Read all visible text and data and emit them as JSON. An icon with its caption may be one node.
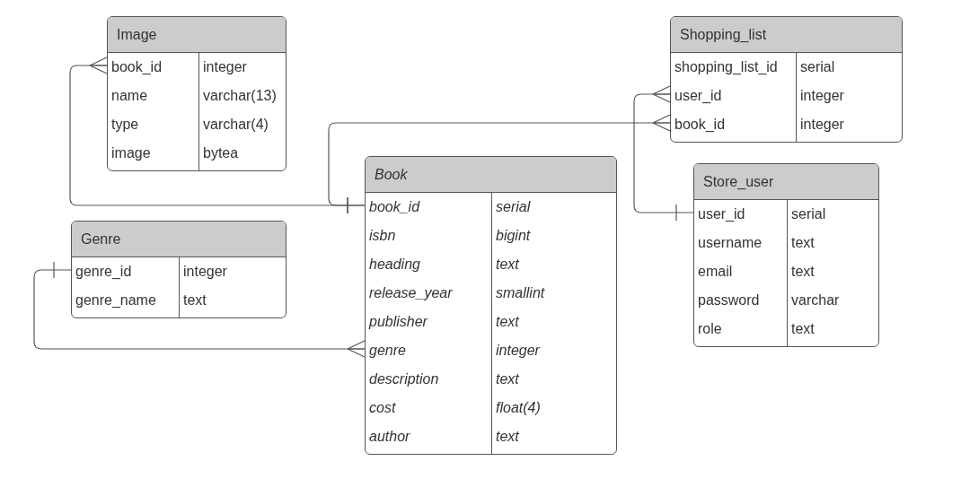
{
  "diagram": {
    "nodes": [
      {
        "text": [
          "Image",
          "book_id",
          "integer",
          "name",
          "varchar(13)",
          "type",
          "varchar(4)",
          "image",
          "bytea"
        ]
      },
      {
        "text": [
          "Shopping_list",
          "shopping_list_id",
          "serial",
          "user_id",
          "integer",
          "book_id",
          "integer"
        ]
      },
      {
        "text": [
          "Genre",
          "genre_id",
          "integer",
          "genre_name",
          "text"
        ]
      },
      {
        "text": [
          "Book",
          "book_id",
          "serial",
          "isbn",
          "bigint",
          "heading",
          "text",
          "release_year",
          "smallint",
          "publisher",
          "text",
          "genre",
          "integer",
          "description",
          "text",
          "cost",
          "float(4)",
          "author",
          "text"
        ]
      },
      {
        "text": [
          "Store_user",
          "user_id",
          "serial",
          "username",
          "text",
          "email",
          "text",
          "password",
          "varchar",
          "role",
          "text"
        ]
      }
    ],
    "edges": [
      {
        "from": 3,
        "to": 0,
        "arrow": "other"
      },
      {
        "from": 3,
        "to": 1,
        "arrow": "other"
      },
      {
        "from": 4,
        "to": 1,
        "arrow": "other"
      },
      {
        "from": 2,
        "to": 3,
        "arrow": "other"
      }
    ]
  }
}
